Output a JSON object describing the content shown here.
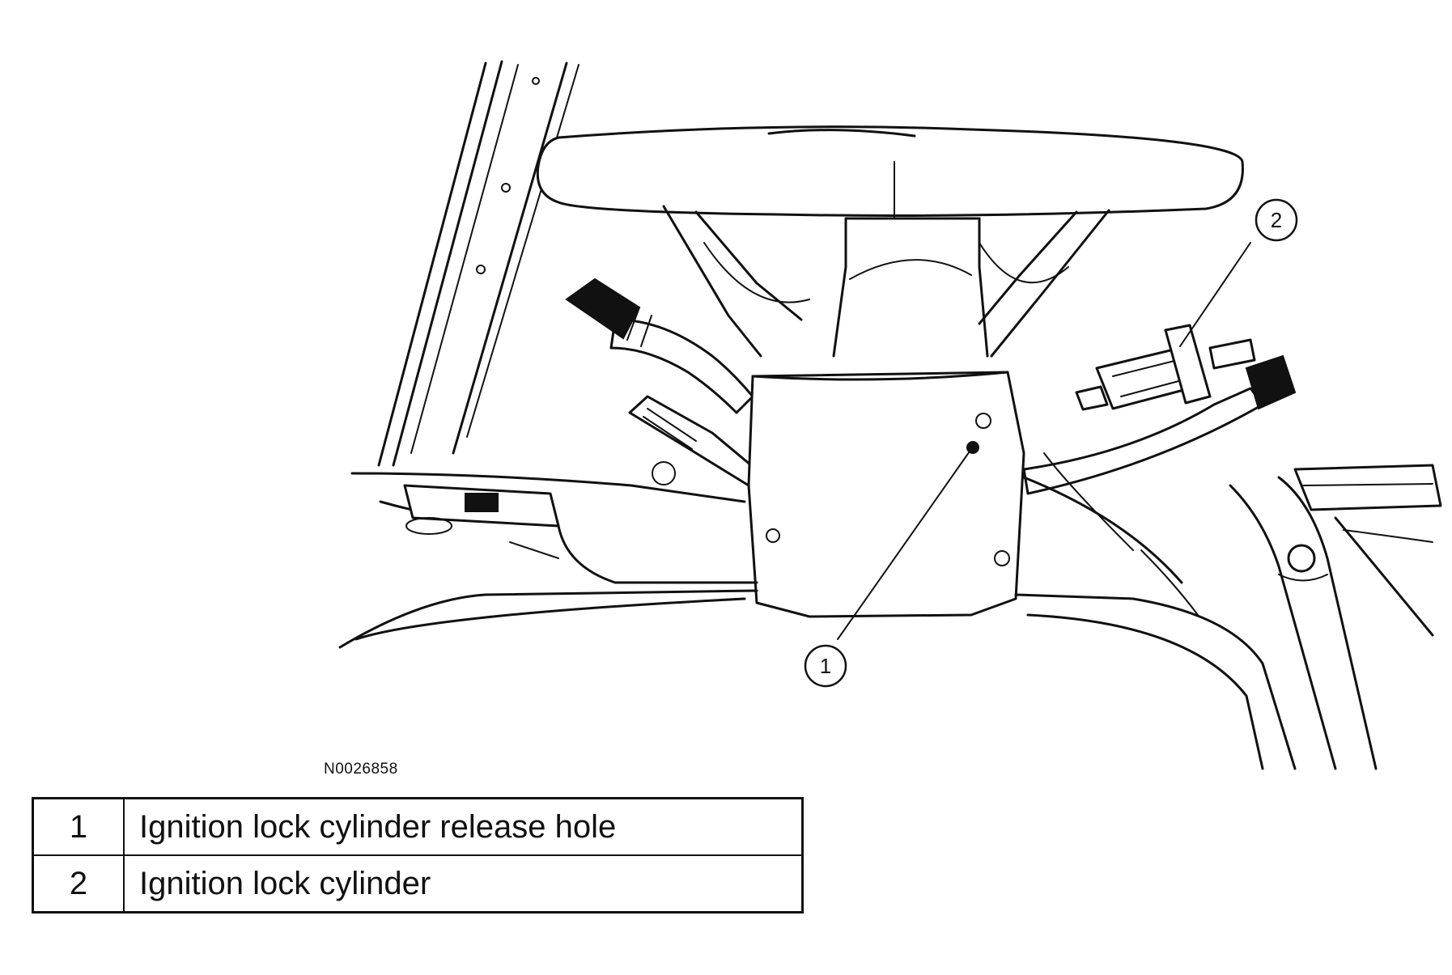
{
  "figure_id": "N0026858",
  "callouts": [
    {
      "number": "1",
      "label": "Ignition lock cylinder release hole"
    },
    {
      "number": "2",
      "label": "Ignition lock cylinder"
    }
  ],
  "colors": {
    "line": "#111111",
    "background": "#ffffff"
  }
}
